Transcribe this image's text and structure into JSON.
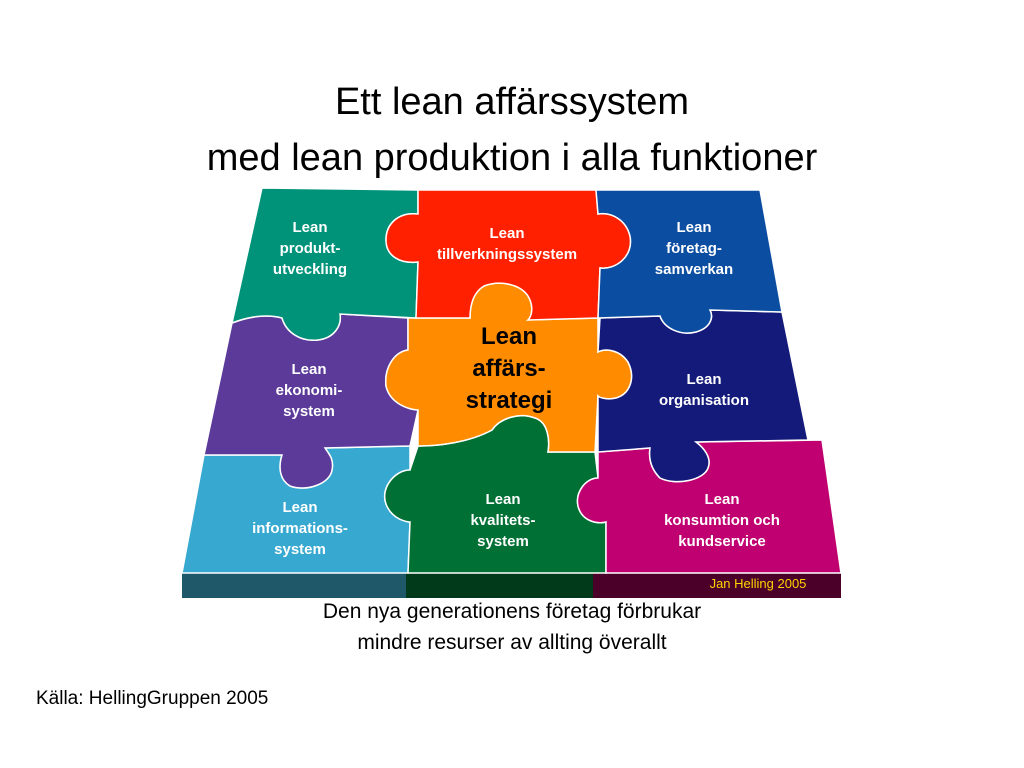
{
  "title": {
    "line1": "Ett lean affärssystem",
    "line2": "med lean produktion i alla funktioner"
  },
  "pieces": {
    "product_development": {
      "lines": [
        "Lean",
        "produkt-",
        "utveckling"
      ],
      "color": "#00937a"
    },
    "manufacturing": {
      "lines": [
        "Lean",
        "tillverkningssystem"
      ],
      "color": "#ff2000"
    },
    "collaboration": {
      "lines": [
        "Lean",
        "företag-",
        "samverkan"
      ],
      "color": "#0b4da1"
    },
    "economy": {
      "lines": [
        "Lean",
        "ekonomi-",
        "system"
      ],
      "color": "#5b3a99"
    },
    "strategy": {
      "lines": [
        "Lean",
        "affärs-",
        "strategi"
      ],
      "color": "#ff8c00"
    },
    "organisation": {
      "lines": [
        "Lean",
        "organisation"
      ],
      "color": "#141a7a"
    },
    "information": {
      "lines": [
        "Lean",
        "informations-",
        "system"
      ],
      "color": "#37a8d0"
    },
    "quality": {
      "lines": [
        "Lean",
        "kvalitets-",
        "system"
      ],
      "color": "#007034"
    },
    "consumption": {
      "lines": [
        "Lean",
        "konsumtion och",
        "kundservice"
      ],
      "color": "#c00070"
    }
  },
  "credit": "Jan Helling 2005",
  "caption": {
    "line1": "Den nya generationens företag förbrukar",
    "line2": "mindre resurser av allting överallt"
  },
  "source": "Källa: HellingGruppen 2005"
}
